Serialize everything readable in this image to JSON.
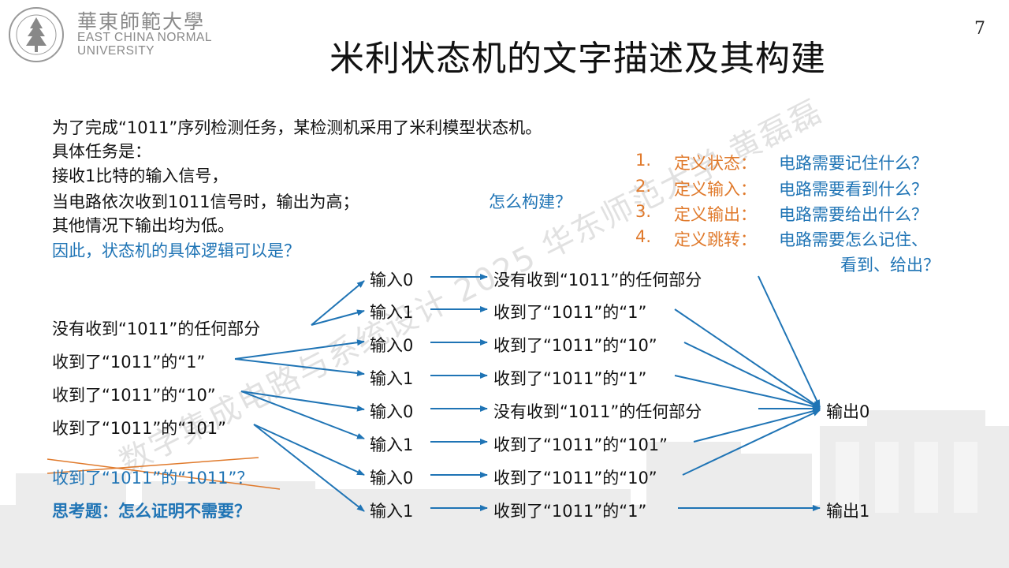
{
  "header": {
    "university_cn": "華東師範大學",
    "university_en_line1": "EAST CHINA NORMAL",
    "university_en_line2": "UNIVERSITY",
    "title": "米利状态机的文字描述及其构建",
    "page_number": "7"
  },
  "watermark": "数字集成电路与系统设计 2025 华东师范大学 黄磊磊",
  "intro": {
    "line1": "为了完成“1011”序列检测任务，某检测机采用了米利模型状态机。",
    "line2": "具体任务是：",
    "line3": "接收1比特的输入信号，",
    "line4": "当电路依次收到1011信号时，输出为高；",
    "line5": "其他情况下输出均为低。",
    "line6": "因此，状态机的具体逻辑可以是？",
    "question": "怎么构建？"
  },
  "steps": [
    {
      "num": "1.",
      "label": "定义状态：",
      "text": "电路需要记住什么？"
    },
    {
      "num": "2.",
      "label": "定义输入：",
      "text": "电路需要看到什么？"
    },
    {
      "num": "3.",
      "label": "定义输出：",
      "text": "电路需要给出什么？"
    },
    {
      "num": "4.",
      "label": "定义跳转：",
      "text": "电路需要怎么记住、"
    }
  ],
  "step4_cont": "看到、给出？",
  "states": [
    "没有收到“1011”的任何部分",
    "收到了“1011”的“1”",
    "收到了“1011”的“10”",
    "收到了“1011”的“101”"
  ],
  "crossed_state": "收到了“1011”的“1011”？",
  "think_question": "思考题：怎么证明不需要？",
  "transitions": [
    {
      "input": "输入0",
      "next": "没有收到“1011”的任何部分"
    },
    {
      "input": "输入1",
      "next": "收到了“1011”的“1”"
    },
    {
      "input": "输入0",
      "next": "收到了“1011”的“10”"
    },
    {
      "input": "输入1",
      "next": "收到了“1011”的“1”"
    },
    {
      "input": "输入0",
      "next": "没有收到“1011”的任何部分"
    },
    {
      "input": "输入1",
      "next": "收到了“1011”的“101”"
    },
    {
      "input": "输入0",
      "next": "收到了“1011”的“10”"
    },
    {
      "input": "输入1",
      "next": "收到了“1011”的“1”"
    }
  ],
  "outputs": [
    "输出0",
    "输出1"
  ],
  "colors": {
    "blue": "#1f74b5",
    "orange": "#e07a2c",
    "cross": "#e07a2c"
  }
}
